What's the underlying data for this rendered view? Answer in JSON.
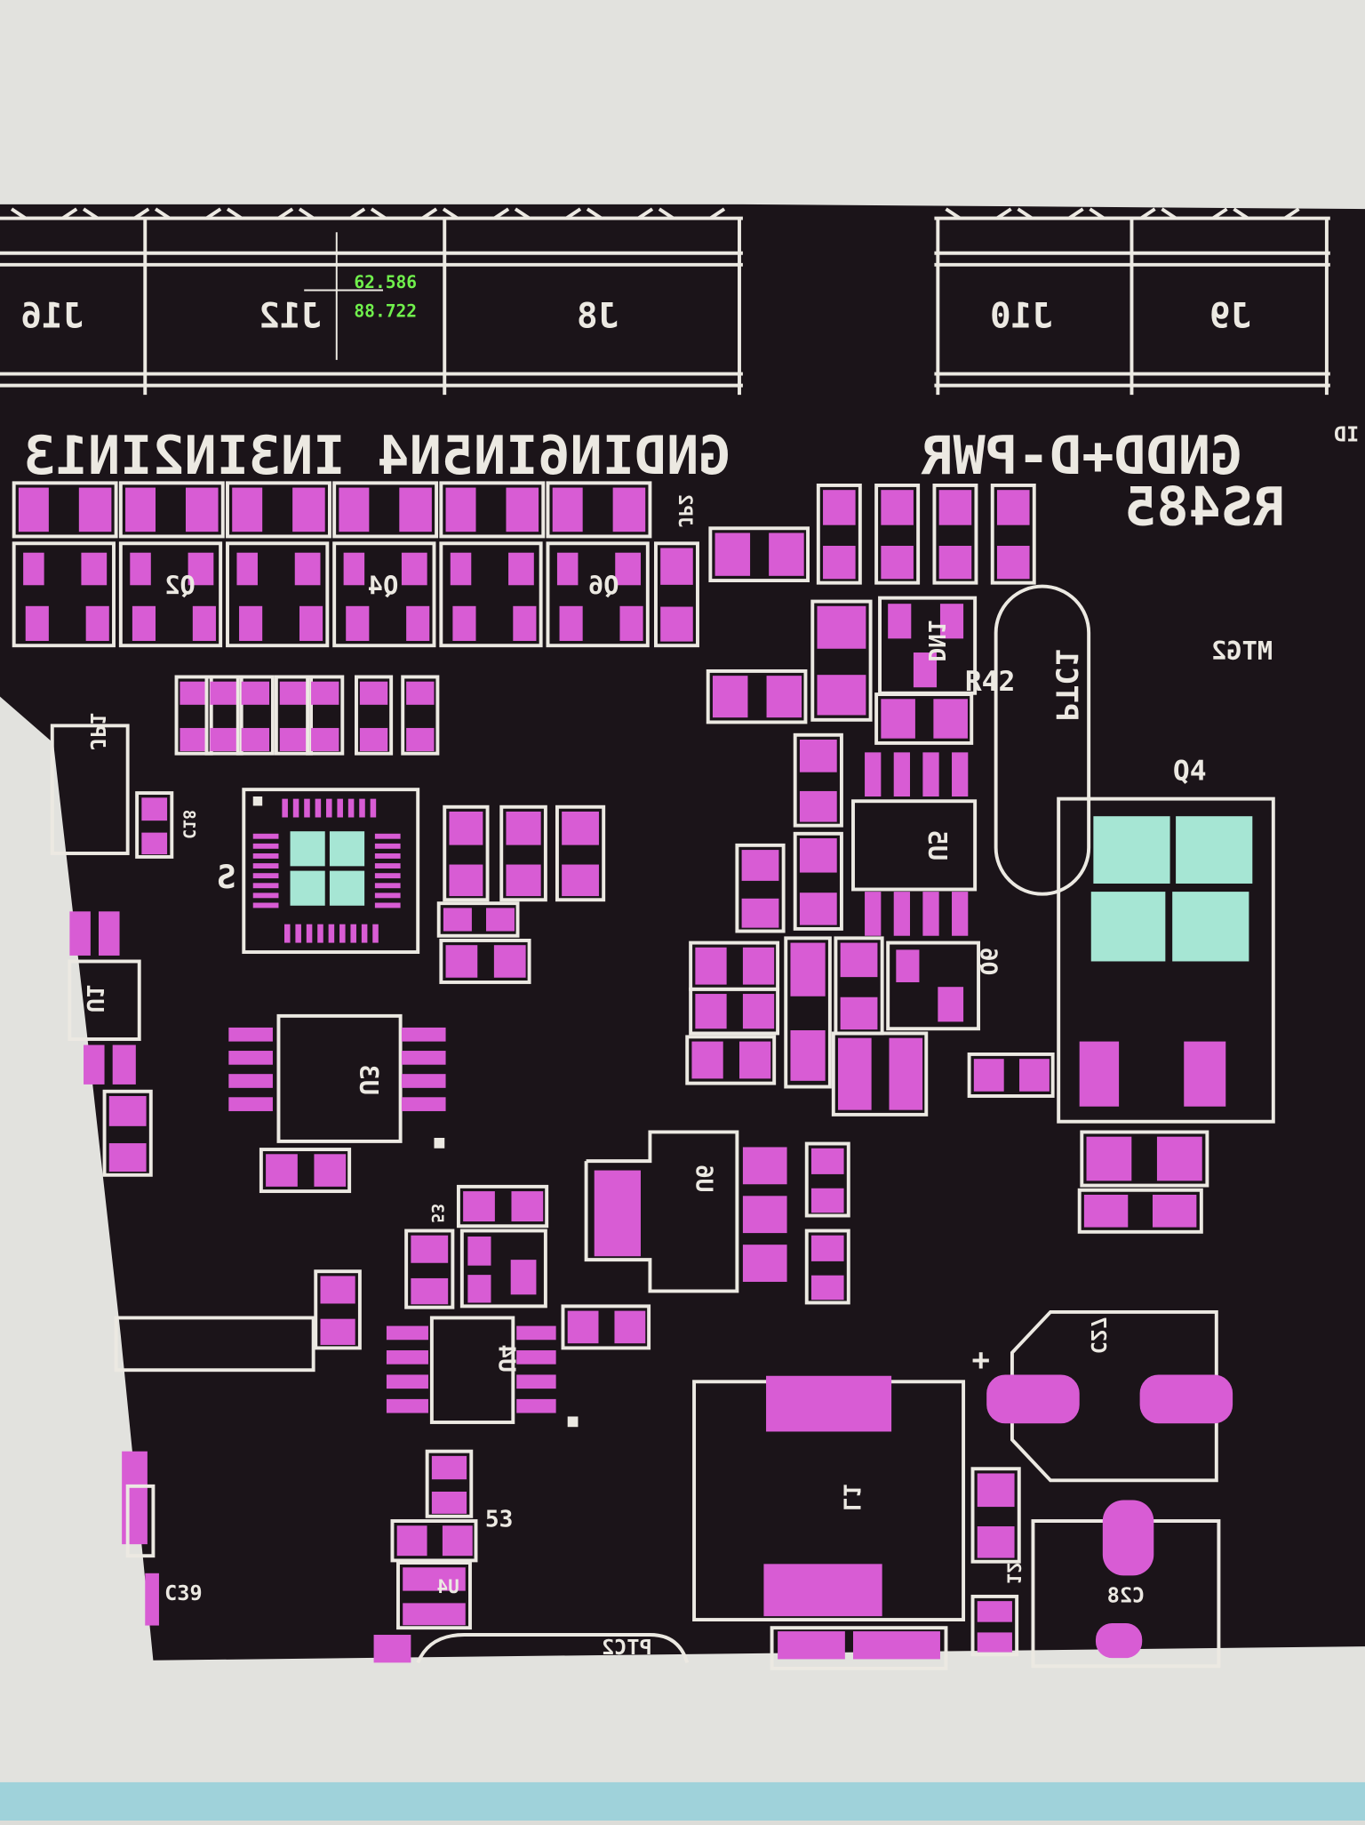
{
  "cursor_readout": {
    "x": "62.586",
    "y": "88.722"
  },
  "labels": {
    "J16": "J16",
    "J12": "J12",
    "J8": "J8",
    "J10": "J10",
    "J9": "J9",
    "pins_left": "GNDIN6IN5N4 IN3IN2IN13",
    "pins_right": "GNDD+D-PWR",
    "RS485": "RS485",
    "ID": "ID",
    "Q2": "Q2",
    "Q4s": "Q4",
    "Q6s": "Q6",
    "JP1": "JP1",
    "JP2": "JP2",
    "C18": "C18",
    "S": "S",
    "U1": "U1",
    "U3": "U3",
    "U4": "U4",
    "U5": "U5",
    "U6": "U6",
    "DN1": "DN1",
    "R42": "R42",
    "PTC1": "PTC1",
    "PTC2": "PTC2",
    "MTG2": "MTG2",
    "Q4": "Q4",
    "Q6": "Q6",
    "L1": "L1",
    "C27": "C27",
    "C28": "C28",
    "C39": "C39",
    "C53": "53",
    "R12": "12",
    "plus": "+"
  },
  "colors": {
    "board": "#1b1419",
    "silkscreen": "#ece9e2",
    "pad": "#d85cd4",
    "thermal_pad": "#a6e6d4",
    "readout": "#70f04c",
    "screen_bg": "#e2e2de",
    "taskbar": "#9fd2da"
  }
}
